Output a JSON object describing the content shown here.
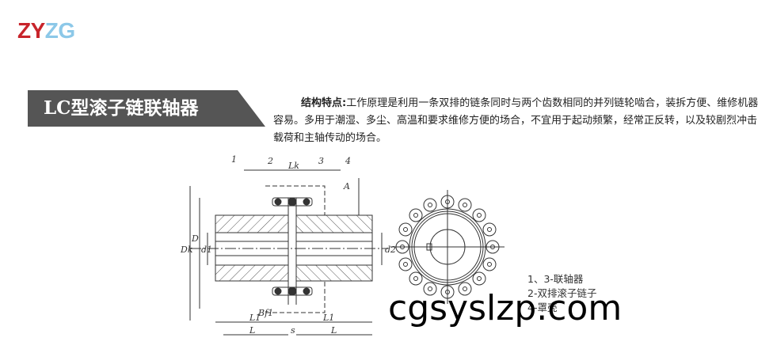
{
  "logo": {
    "part1": "ZY",
    "part2": "ZG",
    "colors": {
      "red": "#c8242b",
      "blue": "#8cc8e8"
    }
  },
  "banner": {
    "title": "LC型滚子链联轴器",
    "background": "#555555"
  },
  "description": {
    "label": "结构特点:",
    "text": "工作原理是利用一条双排的链条同时与两个齿数相同的并列链轮啮合，装拆方便、维修机器容易。多用于潮湿、多尘、高温和要求维修方便的场合，不宜用于起动频繁，经常正反转，以及较剧烈冲击载荷和主轴传动的场合。"
  },
  "drawing": {
    "part_numbers": [
      "1",
      "2",
      "3",
      "4"
    ],
    "dimension_labels": {
      "Lk": "Lk",
      "A": "A",
      "Dk": "Dk",
      "D": "D",
      "d1": "d1",
      "d2": "d2",
      "Bf1": "Bf1",
      "L1_left": "L1",
      "L1_right": "L1",
      "L_left": "L",
      "L_right": "L",
      "s": "s"
    }
  },
  "legend": {
    "items": [
      "1、3-联轴器",
      "2-双排滚子链子",
      "4-罩壳"
    ]
  },
  "watermark": {
    "text": "cgsyslzp.com"
  }
}
